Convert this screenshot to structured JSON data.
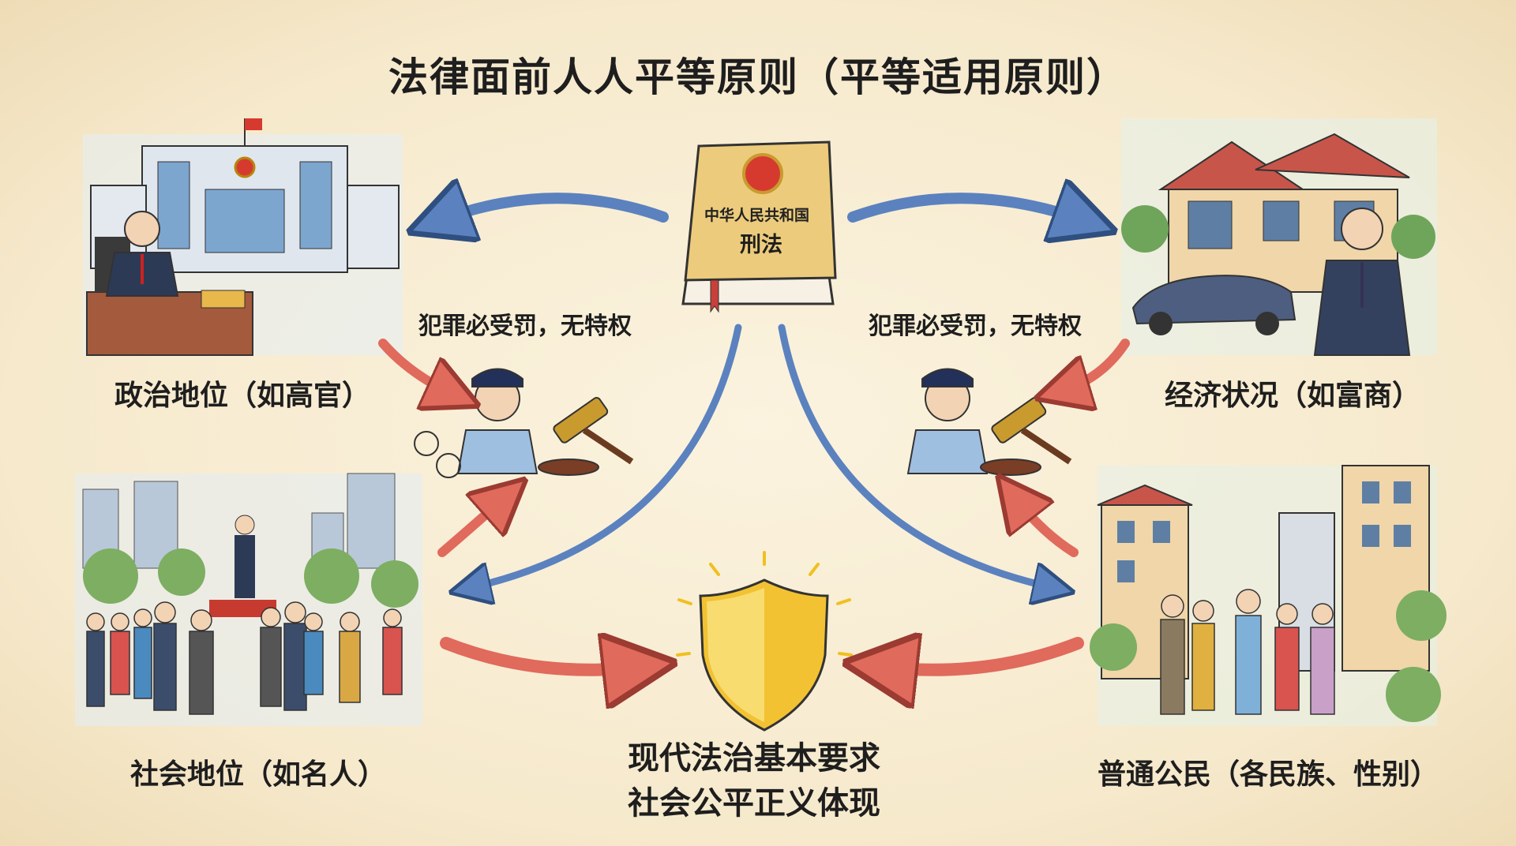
{
  "title": "法律面前人人平等原则（平等适用原则）",
  "book": {
    "line1": "中华人民共和国",
    "line2": "刑法"
  },
  "slogan_left": "犯罪必受罚，无特权",
  "slogan_right": "犯罪必受罚，无特权",
  "categories": {
    "political": "政治地位（如高官）",
    "economic": "经济状况（如富商）",
    "social": "社会地位（如名人）",
    "ordinary": "普通公民（各民族、性别）"
  },
  "center": {
    "line1": "现代法治基本要求",
    "line2": "社会公平正义体现"
  },
  "colors": {
    "blue_arrow": "#5b82bf",
    "red_arrow": "#e06a5c",
    "shield": "#f2c232",
    "book": "#eccb7c"
  }
}
